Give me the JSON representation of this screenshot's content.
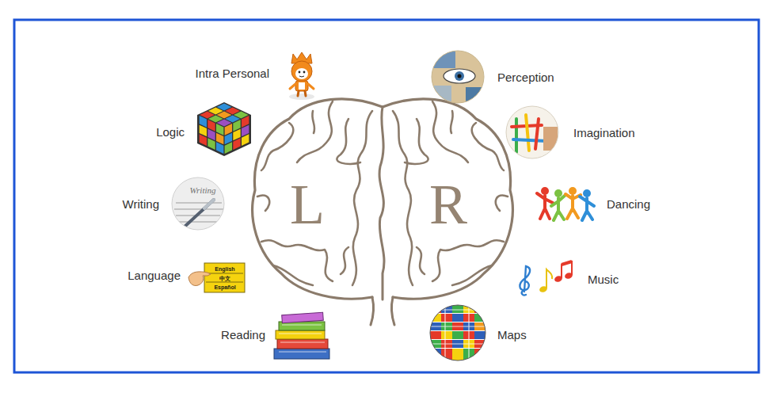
{
  "diagram": {
    "labels": [
      "Intra Personal",
      "Perception",
      "Logic",
      "Imagination",
      "Writing",
      "Dancing",
      "Language",
      "Music",
      "Reading",
      "Maps",
      "L",
      "R",
      "English",
      "中文",
      "Español",
      "Writing"
    ]
  }
}
